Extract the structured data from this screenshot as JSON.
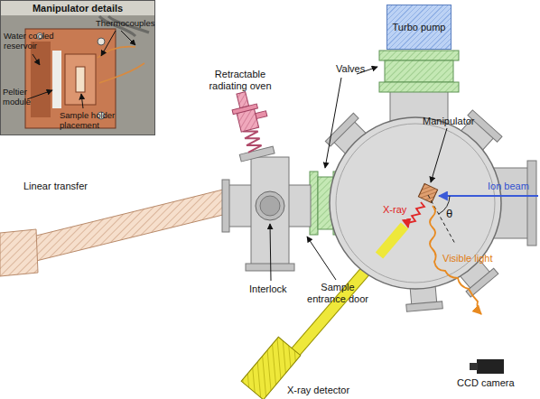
{
  "diagram": {
    "nodes": [
      {
        "text": [
          "Manipulator details"
        ]
      },
      {
        "text": [
          "Turbo pump"
        ]
      }
    ],
    "labels": [
      "Water cooled reservoir",
      "Thermocouples",
      "Peltier module",
      "Sample holder placement",
      "Valves",
      "Retractable radiating oven",
      "Manipulator",
      "Ion beam",
      "X-ray",
      "θ",
      "Visible light",
      "CCD camera",
      "Linear transfer",
      "Interlock",
      "Sample entrance door",
      "X-ray detector"
    ]
  }
}
